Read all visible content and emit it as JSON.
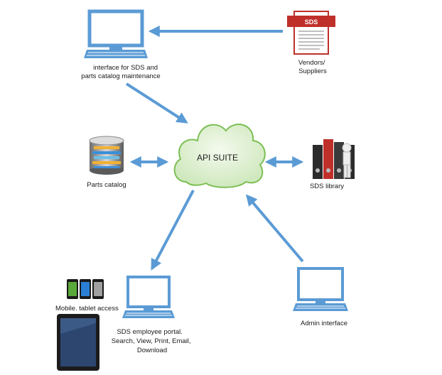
{
  "nodes": {
    "maintenance": {
      "label_lines": [
        "interface for SDS and",
        "parts catalog maintenance"
      ]
    },
    "vendors": {
      "label_lines": [
        "Vendors/",
        "Suppliers"
      ],
      "badge": "SDS"
    },
    "api": {
      "label": "API SUITE"
    },
    "parts": {
      "label": "Parts catalog"
    },
    "library": {
      "label": "SDS library"
    },
    "mobile": {
      "label": "Mobile. tablet access"
    },
    "portal": {
      "label_lines": [
        "SDS employee portal.",
        "Search, View, Print, Email,",
        "Download"
      ]
    },
    "admin": {
      "label": "Admin interface"
    }
  },
  "colors": {
    "arrow": "#5b9bd5",
    "monitor": "#5b9bd5",
    "cloud_fill": "#e4f2d9",
    "cloud_stroke": "#7cbf55",
    "sds_red": "#c0302b"
  }
}
